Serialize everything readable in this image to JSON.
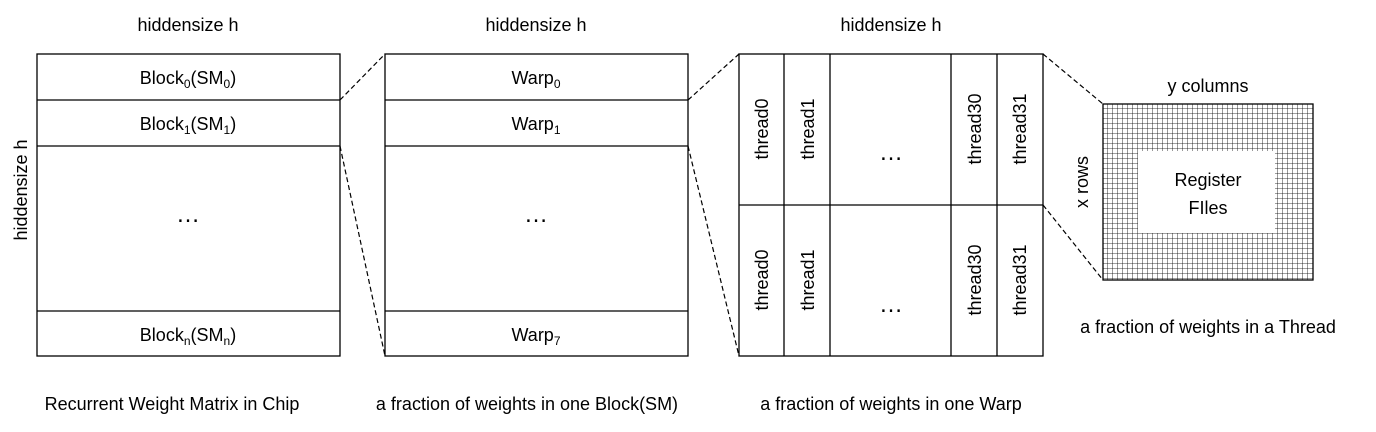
{
  "chip": {
    "header": "hiddensize h",
    "side_label": "hiddensize h",
    "rows": [
      {
        "name": "Block",
        "sub": "0",
        "suffix": "(SM",
        "suffix_sub": "0",
        "close": ")"
      },
      {
        "name": "Block",
        "sub": "1",
        "suffix": "(SM",
        "suffix_sub": "1",
        "close": ")"
      },
      {
        "name": "Block",
        "sub": "n",
        "suffix": "(SM",
        "suffix_sub": "n",
        "close": ")"
      }
    ],
    "ellipsis": "…",
    "caption": "Recurrent Weight Matrix in Chip"
  },
  "block": {
    "header": "hiddensize h",
    "rows": [
      {
        "name": "Warp",
        "sub": "0"
      },
      {
        "name": "Warp",
        "sub": "1"
      },
      {
        "name": "Warp",
        "sub": "7"
      }
    ],
    "ellipsis": "…",
    "caption": "a fraction of weights in one Block(SM)"
  },
  "warp": {
    "header": "hiddensize h",
    "threads_top": [
      "thread0",
      "thread1",
      "…",
      "thread30",
      "thread31"
    ],
    "threads_bottom": [
      "thread0",
      "thread1",
      "…",
      "thread30",
      "thread31"
    ],
    "caption": "a fraction of weights in one Warp"
  },
  "thread": {
    "col_label": "y columns",
    "row_label": "x rows",
    "center_label_line1": "Register",
    "center_label_line2": "FIles",
    "caption": "a fraction of weights in a Thread"
  }
}
